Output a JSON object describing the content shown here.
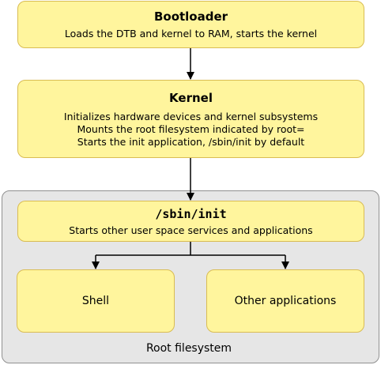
{
  "bootloader": {
    "title": "Bootloader",
    "lines": [
      "Loads the DTB and kernel to RAM, starts the kernel"
    ]
  },
  "kernel": {
    "title": "Kernel",
    "lines": [
      "Initializes hardware devices and kernel subsystems",
      "Mounts the root filesystem indicated by root=",
      "Starts the init application, /sbin/init by default"
    ]
  },
  "init": {
    "title": "/sbin/init",
    "lines": [
      "Starts other user space services and applications"
    ]
  },
  "shell": {
    "label": "Shell"
  },
  "other_apps": {
    "label": "Other applications"
  },
  "root_fs": {
    "label": "Root filesystem"
  },
  "colors": {
    "box_fill": "#fff59d",
    "box_border": "#d9bc52",
    "container_fill": "#e6e6e6",
    "container_border": "#909090",
    "arrow": "#000000"
  }
}
